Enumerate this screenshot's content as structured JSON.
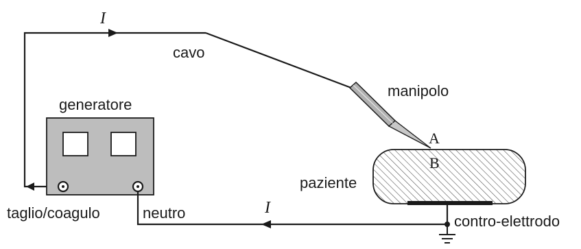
{
  "labels": {
    "current_top": "I",
    "current_bottom": "I",
    "cable": "cavo",
    "handpiece": "manipolo",
    "generator": "generatore",
    "point_a": "A",
    "point_b": "B",
    "patient": "paziente",
    "cut_coag": "taglio/coagulo",
    "neutral": "neutro",
    "return_electrode": "contro-elettrodo"
  },
  "colors": {
    "wire": "#1a1a1a",
    "generator_fill": "#bdbdbd",
    "handpiece_fill": "#b0b0b0",
    "patient_fill": "#ffffff",
    "electrode": "#1a1a1a"
  }
}
